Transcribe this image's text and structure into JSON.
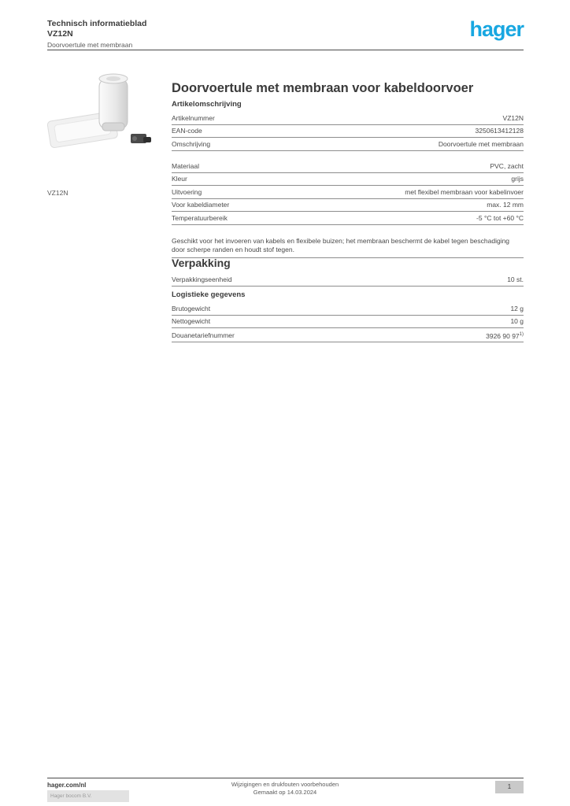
{
  "header": {
    "line1": "Technisch informatieblad",
    "line2": "VZ12N",
    "subline": "Doorvoertule met membraan",
    "logo_text": "hager",
    "logo_color": "#18a7e1"
  },
  "product": {
    "image_caption": "VZ12N",
    "title": "Doorvoertule met membraan voor kabeldoorvoer"
  },
  "sections": [
    {
      "heading": "Artikelomschrijving",
      "rows": [
        {
          "label": "Artikelnummer",
          "value": "VZ12N"
        },
        {
          "label": "EAN-code",
          "value": "3250613412128"
        },
        {
          "label": "Omschrijving",
          "value": "Doorvoertule met membraan"
        }
      ]
    },
    {
      "heading": "",
      "rows": [
        {
          "label": "Materiaal",
          "value": "PVC, zacht"
        },
        {
          "label": "Kleur",
          "value": "grijs"
        },
        {
          "label": "Uitvoering",
          "value": "met flexibel membraan voor kabelinvoer"
        },
        {
          "label": "Voor kabeldiameter",
          "value": "max. 12 mm"
        },
        {
          "label": "Temperatuurbereik",
          "value": "-5 °C tot +60 °C"
        }
      ],
      "note": "Geschikt voor het invoeren van kabels en flexibele buizen; het membraan beschermt de kabel tegen beschadiging door scherpe randen en houdt stof tegen."
    },
    {
      "heading": "Verpakking",
      "rows": [
        {
          "label": "Verpakkingseenheid",
          "value": "10 st."
        }
      ]
    },
    {
      "heading": "Logistieke gegevens",
      "rows": [
        {
          "label": "Brutogewicht",
          "value": "12 g"
        },
        {
          "label": "Nettogewicht",
          "value": "10 g"
        },
        {
          "label": "Douanetariefnummer",
          "value": "3926 90 97",
          "sup": "1)"
        }
      ]
    }
  ],
  "footer": {
    "site": "hager.com/nl",
    "box": "Hager bocom B.V.",
    "center_line1": "Wijzigingen en drukfouten voorbehouden",
    "center_line2": "Gemaakt op 14.03.2024",
    "page": "1"
  }
}
